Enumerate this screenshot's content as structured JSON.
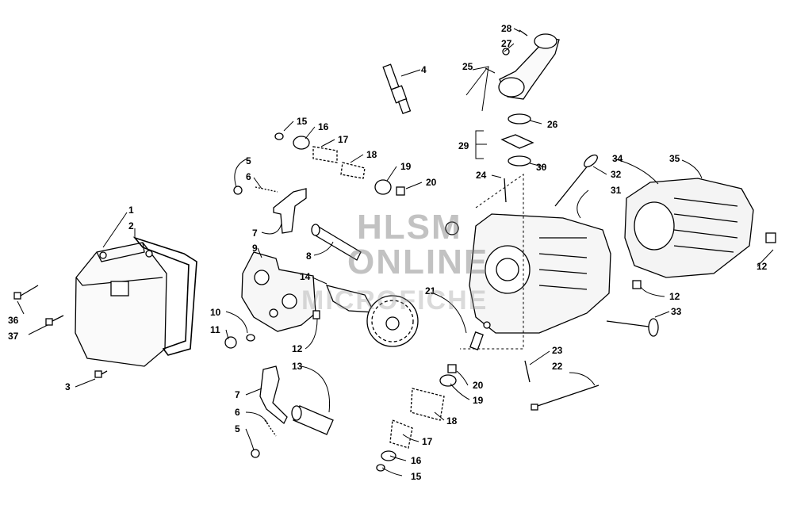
{
  "watermark": {
    "line1": "HLSM",
    "line2": "ONLINE",
    "line3": "MICROFICHE"
  },
  "callouts": [
    {
      "id": "c1",
      "label": "1"
    },
    {
      "id": "c2",
      "label": "2"
    },
    {
      "id": "c3",
      "label": "3"
    },
    {
      "id": "c4",
      "label": "4"
    },
    {
      "id": "c5a",
      "label": "5"
    },
    {
      "id": "c5b",
      "label": "5"
    },
    {
      "id": "c6a",
      "label": "6"
    },
    {
      "id": "c6b",
      "label": "6"
    },
    {
      "id": "c7a",
      "label": "7"
    },
    {
      "id": "c7b",
      "label": "7"
    },
    {
      "id": "c8",
      "label": "8"
    },
    {
      "id": "c9",
      "label": "9"
    },
    {
      "id": "c10",
      "label": "10"
    },
    {
      "id": "c11",
      "label": "11"
    },
    {
      "id": "c12a",
      "label": "12"
    },
    {
      "id": "c12b",
      "label": "12"
    },
    {
      "id": "c12c",
      "label": "12"
    },
    {
      "id": "c13",
      "label": "13"
    },
    {
      "id": "c14",
      "label": "14"
    },
    {
      "id": "c15a",
      "label": "15"
    },
    {
      "id": "c15b",
      "label": "15"
    },
    {
      "id": "c16a",
      "label": "16"
    },
    {
      "id": "c16b",
      "label": "16"
    },
    {
      "id": "c17a",
      "label": "17"
    },
    {
      "id": "c17b",
      "label": "17"
    },
    {
      "id": "c18a",
      "label": "18"
    },
    {
      "id": "c18b",
      "label": "18"
    },
    {
      "id": "c19a",
      "label": "19"
    },
    {
      "id": "c19b",
      "label": "19"
    },
    {
      "id": "c20a",
      "label": "20"
    },
    {
      "id": "c20b",
      "label": "20"
    },
    {
      "id": "c21",
      "label": "21"
    },
    {
      "id": "c22",
      "label": "22"
    },
    {
      "id": "c23",
      "label": "23"
    },
    {
      "id": "c24",
      "label": "24"
    },
    {
      "id": "c25",
      "label": "25"
    },
    {
      "id": "c26",
      "label": "26"
    },
    {
      "id": "c27",
      "label": "27"
    },
    {
      "id": "c28",
      "label": "28"
    },
    {
      "id": "c29",
      "label": "29"
    },
    {
      "id": "c30",
      "label": "30"
    },
    {
      "id": "c31",
      "label": "31"
    },
    {
      "id": "c32",
      "label": "32"
    },
    {
      "id": "c33",
      "label": "33"
    },
    {
      "id": "c34",
      "label": "34"
    },
    {
      "id": "c35",
      "label": "35"
    },
    {
      "id": "c36",
      "label": "36"
    },
    {
      "id": "c37",
      "label": "37"
    }
  ]
}
